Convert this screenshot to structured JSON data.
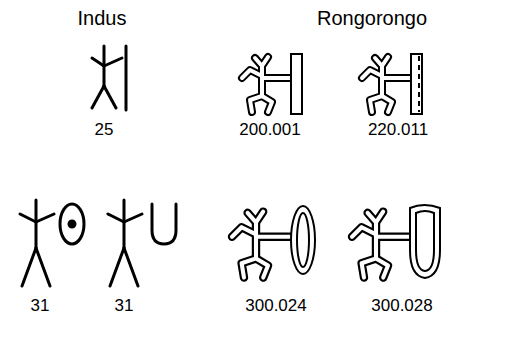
{
  "diagram": {
    "labels": [
      "Indus",
      "Rongorongo",
      "25",
      "200.001",
      "220.011",
      "31",
      "31",
      "300.024",
      "300.028"
    ]
  }
}
